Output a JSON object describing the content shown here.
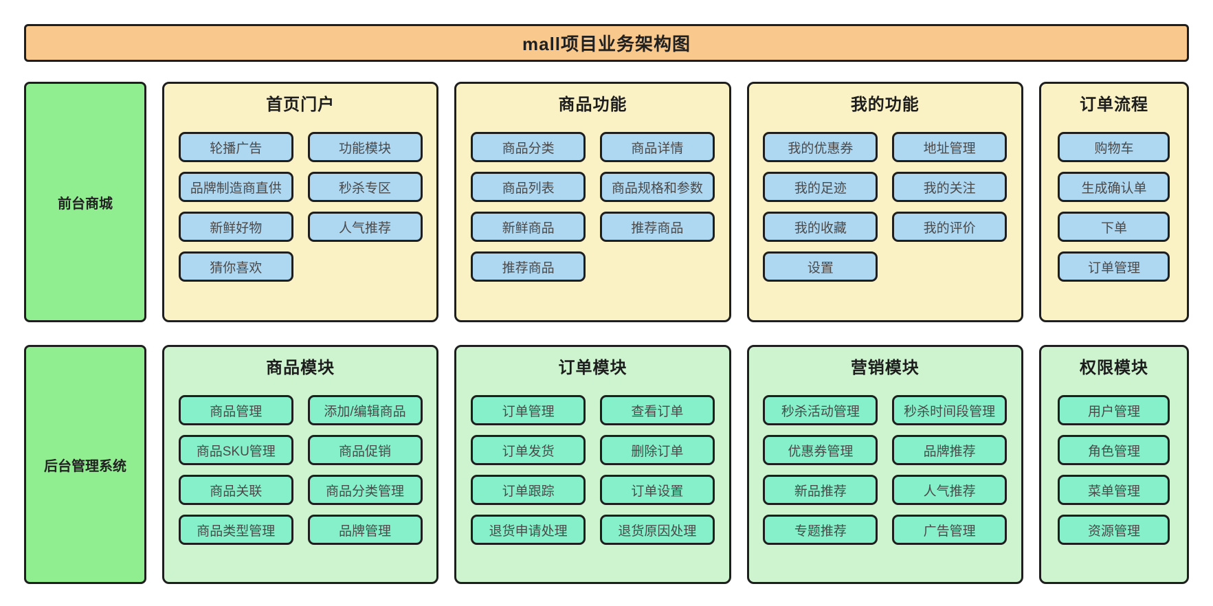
{
  "title": "mall项目业务架构图",
  "colors": {
    "title_bar_bg": "#F9C88C",
    "border": "#1E1E1E",
    "row_label_bg": "#90EE90",
    "front_panel_bg": "#FAF2C5",
    "front_button_bg": "#AED7F2",
    "admin_panel_bg": "#CDF4CE",
    "admin_button_bg": "#85F0CA",
    "button_text": "#4A4A4A"
  },
  "rows": [
    {
      "label": "前台商城",
      "theme": {
        "panel_bg": "#FAF2C5",
        "button_bg": "#AED7F2"
      },
      "panels": [
        {
          "title": "首页门户",
          "layout": "two-col",
          "buttons": [
            "轮播广告",
            "功能模块",
            "品牌制造商直供",
            "秒杀专区",
            "新鲜好物",
            "人气推荐",
            "猜你喜欢"
          ]
        },
        {
          "title": "商品功能",
          "layout": "two-col",
          "buttons": [
            "商品分类",
            "商品详情",
            "商品列表",
            "商品规格和参数",
            "新鲜商品",
            "推荐商品",
            "推荐商品"
          ]
        },
        {
          "title": "我的功能",
          "layout": "two-col",
          "buttons": [
            "我的优惠券",
            "地址管理",
            "我的足迹",
            "我的关注",
            "我的收藏",
            "我的评价",
            "设置"
          ]
        },
        {
          "title": "订单流程",
          "layout": "one-col",
          "buttons": [
            "购物车",
            "生成确认单",
            "下单",
            "订单管理"
          ]
        }
      ]
    },
    {
      "label": "后台管理系统",
      "theme": {
        "panel_bg": "#CDF4CE",
        "button_bg": "#85F0CA"
      },
      "panels": [
        {
          "title": "商品模块",
          "layout": "two-col",
          "buttons": [
            "商品管理",
            "添加/编辑商品",
            "商品SKU管理",
            "商品促销",
            "商品关联",
            "商品分类管理",
            "商品类型管理",
            "品牌管理"
          ]
        },
        {
          "title": "订单模块",
          "layout": "two-col",
          "buttons": [
            "订单管理",
            "查看订单",
            "订单发货",
            "删除订单",
            "订单跟踪",
            "订单设置",
            "退货申请处理",
            "退货原因处理"
          ]
        },
        {
          "title": "营销模块",
          "layout": "two-col",
          "buttons": [
            "秒杀活动管理",
            "秒杀时间段管理",
            "优惠券管理",
            "品牌推荐",
            "新品推荐",
            "人气推荐",
            "专题推荐",
            "广告管理"
          ]
        },
        {
          "title": "权限模块",
          "layout": "one-col",
          "buttons": [
            "用户管理",
            "角色管理",
            "菜单管理",
            "资源管理"
          ]
        }
      ]
    }
  ]
}
